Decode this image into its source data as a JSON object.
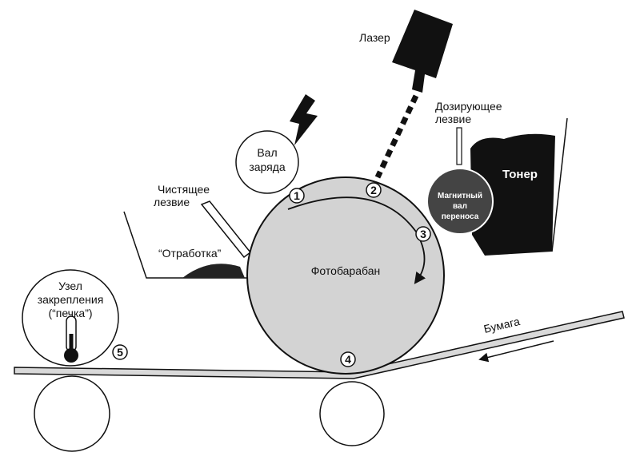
{
  "labels": {
    "laser": "Лазер",
    "dosing_blade_line1": "Дозирующее",
    "dosing_blade_line2": "лезвие",
    "charge_roller_line1": "Вал",
    "charge_roller_line2": "заряда",
    "toner": "Тонер",
    "magnetic_roller_line1": "Магнитный",
    "magnetic_roller_line2": "вал",
    "magnetic_roller_line3": "переноса",
    "cleaning_blade_line1": "Чистящее",
    "cleaning_blade_line2": "лезвие",
    "waste": "“Отработка”",
    "drum": "Фотобарабан",
    "fuser_line1": "Узел",
    "fuser_line2": "закрепления",
    "fuser_line3": "(“печка”)",
    "paper": "Бумага"
  },
  "steps": [
    "1",
    "2",
    "3",
    "4",
    "5"
  ],
  "colors": {
    "drum_fill": "#d3d3d3",
    "toner_fill": "#111111",
    "magnetic_roller_fill": "#444444",
    "paper_fill": "#d9d9d9",
    "stroke": "#111111"
  }
}
